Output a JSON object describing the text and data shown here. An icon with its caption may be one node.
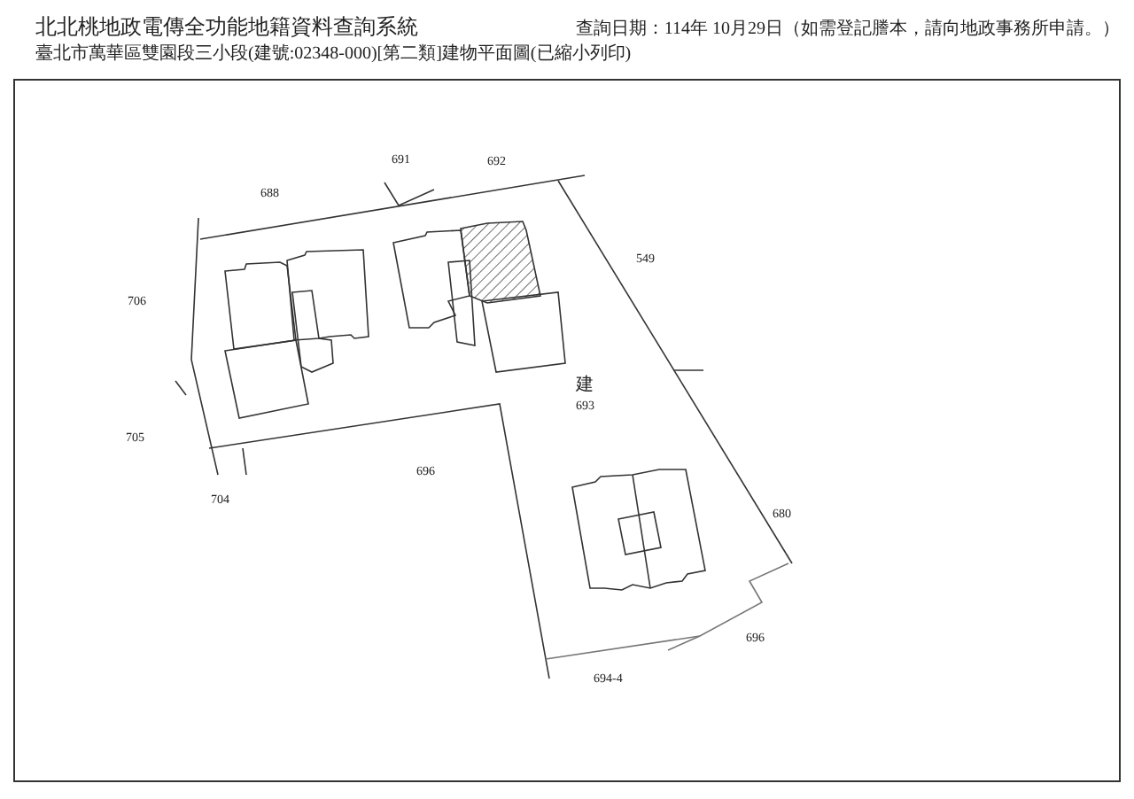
{
  "diagram": {
    "title": "北北桃地政電傳全功能地籍資料查詢系統",
    "labels": [
      "查詢日期：114年 10月29日（如需登記謄本，請向地政事務所申請。）",
      "臺北市萬華區雙園段三小段(建號:02348-000)[第二類]建物平面圖(已縮小列印)",
      "691",
      "692",
      "688",
      "549",
      "706",
      "建",
      "693",
      "705",
      "696",
      "704",
      "680",
      "696",
      "694-4"
    ]
  }
}
